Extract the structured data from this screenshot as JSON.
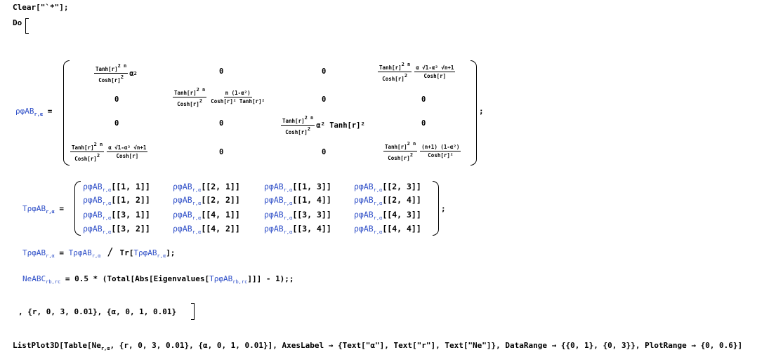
{
  "code": {
    "line1": "Clear[\"`*\"];",
    "line2": "Do",
    "rho_name": "ρφAB",
    "rho_sub": "r,α",
    "eq": "=",
    "semicolon": ";",
    "matrix1": {
      "r1c1_num": "Tanh[r]",
      "r1c1_num_sup": "2 n",
      "r1c1_den": "Cosh[r]",
      "r1c1_den_sup": "2",
      "r1c1_tail": "α",
      "r1c1_tail_sup": "2",
      "zero": "0",
      "r1c4_a_num": "Tanh[r]",
      "r1c4_a_num_sup": "2 n",
      "r1c4_a_den": "Cosh[r]",
      "r1c4_a_den_sup": "2",
      "r1c4_b_num": "α √1-α² √n+1",
      "r1c4_b_den": "Cosh[r]",
      "r2c2_a_num": "Tanh[r]",
      "r2c2_a_num_sup": "2 n",
      "r2c2_a_den": "Cosh[r]",
      "r2c2_a_den_sup": "2",
      "r2c2_b_num": "n (1-α²)",
      "r2c2_b_den": "Cosh[r]² Tanh[r]²",
      "r3c3_num": "Tanh[r]",
      "r3c3_num_sup": "2 n",
      "r3c3_den": "Cosh[r]",
      "r3c3_den_sup": "2",
      "r3c3_tail": "α² Tanh[r]²",
      "r4c1_a_num": "Tanh[r]",
      "r4c1_a_num_sup": "2 n",
      "r4c1_a_den": "Cosh[r]",
      "r4c1_a_den_sup": "2",
      "r4c1_b_num": "α √1-α² √n+1",
      "r4c1_b_den": "Cosh[r]",
      "r4c4_a_num": "Tanh[r]",
      "r4c4_a_num_sup": "2 n",
      "r4c4_a_den": "Cosh[r]",
      "r4c4_a_den_sup": "2",
      "r4c4_b_num": "(n+1) (1-α²)",
      "r4c4_b_den": "Cosh[r]²"
    },
    "t_name": "TρφAB",
    "t_sub": "r,α",
    "matrix2": [
      [
        "[[1, 1]]",
        "[[2, 1]]",
        "[[1, 3]]",
        "[[2, 3]]"
      ],
      [
        "[[1, 2]]",
        "[[2, 2]]",
        "[[1, 4]]",
        "[[2, 4]]"
      ],
      [
        "[[3, 1]]",
        "[[4, 1]]",
        "[[3, 3]]",
        "[[4, 3]]"
      ],
      [
        "[[3, 2]]",
        "[[4, 2]]",
        "[[3, 4]]",
        "[[4, 4]]"
      ]
    ],
    "norm_line": {
      "lhs": "TρφAB",
      "sub": "r,α",
      "eq": " = ",
      "rhs": "TρφAB",
      "slash": " / ",
      "tr": "Tr[",
      "tr_arg": "TρφAB",
      "tail": "];"
    },
    "ne_line": {
      "name": "NeABC",
      "sub": "rb,rc",
      "expr": " = 0.5 * (Total[Abs[Eigenvalues[",
      "arg": "TρφAB",
      "tail": "]]] - 1);;"
    },
    "iter_line": ", {r, 0, 3, 0.01}, {α, 0, 1, 0.01}",
    "plot_line": "ListPlot3D[Table[Ne",
    "plot_sub": "r,α",
    "plot_tail": ", {r, 0, 3, 0.01}, {α, 0, 1, 0.01}], AxesLabel → {Text[\"α\"], Text[\"r\"], Text[\"Ne\"]}, DataRange → {{0, 1}, {0, 3}}, PlotRange → {0, 0.6}]"
  }
}
